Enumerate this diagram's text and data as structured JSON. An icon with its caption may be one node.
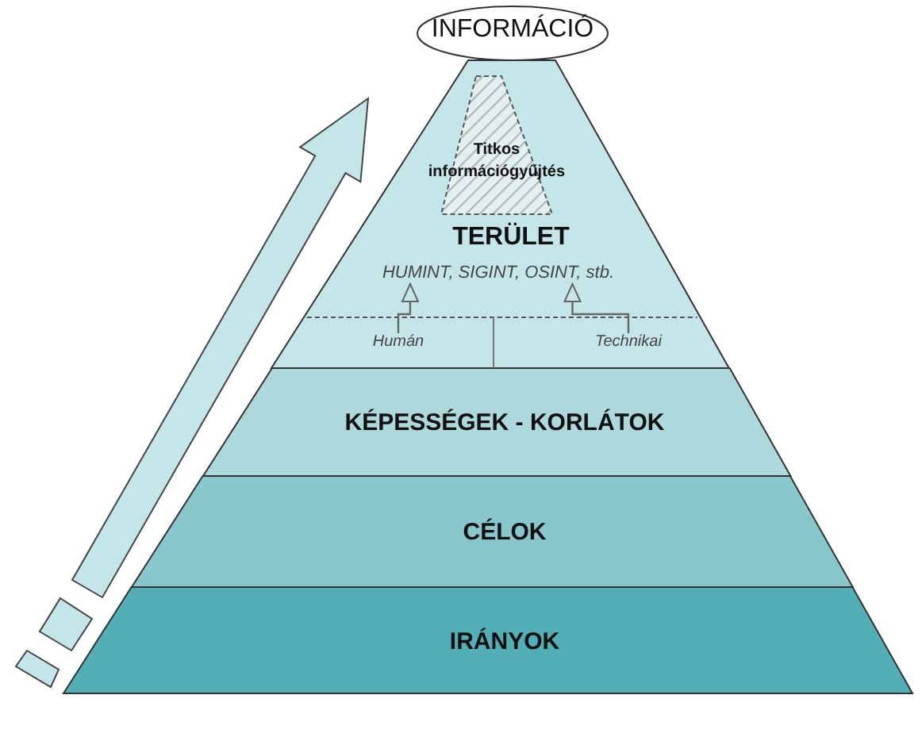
{
  "diagram": {
    "nodes": [
      {
        "text": [
          "INFORMÁCIÓ"
        ]
      },
      {
        "text": [
          "TERÜLET"
        ]
      },
      {
        "text": [
          "Titkos információgyűjtés"
        ],
        "in": 1
      },
      {
        "text": [
          "HUMINT, SIGINT, OSINT, stb."
        ],
        "in": 1
      },
      {
        "text": [
          "Humán"
        ],
        "in": 1
      },
      {
        "text": [
          "Technikai"
        ],
        "in": 1
      },
      {
        "text": [
          "KÉPESSÉGEK - KORLÁTOK"
        ]
      },
      {
        "text": [
          "CÉLOK"
        ]
      },
      {
        "text": [
          "IRÁNYOK"
        ]
      }
    ],
    "edges": [
      {
        "from": 4,
        "to": 3,
        "arrow": "to"
      },
      {
        "from": 5,
        "to": 3,
        "arrow": "to"
      }
    ]
  }
}
